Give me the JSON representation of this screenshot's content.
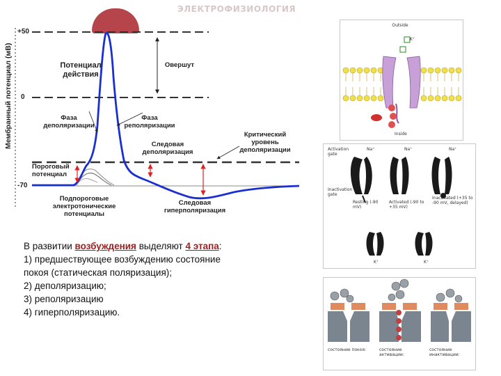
{
  "header": {
    "title": "ЭЛЕКТРОФИЗИОЛОГИЯ"
  },
  "graph": {
    "y_axis_label": "Мембранный потенциал (мВ)",
    "ticks": {
      "plus50": "+50",
      "zero": "0",
      "minus70": "-70"
    },
    "labels": {
      "action_potential": "Потенциал действия",
      "overshoot": "Овершут",
      "depolarization_phase": "Фаза деполяризации",
      "repolarization_phase": "Фаза реполяризации",
      "critical_level": "Критический уровень деполяризации",
      "trace_depolarization": "Следовая деполяризация",
      "threshold_potential": "Пороговый потенциал",
      "subthreshold": "Подпороговые электротонические потенциалы",
      "trace_hyperpolarization": "Следовая гиперполяризация"
    },
    "colors": {
      "trace": "#1a2fd0",
      "arrow": "#e02020",
      "dashes": "#333333"
    }
  },
  "body": {
    "intro_prefix": "В развитии ",
    "intro_highlight1": "возбуждения",
    "intro_middle": " выделяют ",
    "intro_highlight2": "4 этапа",
    "intro_suffix": ":",
    "stage1_a": "1)  предшествующее  возбуждению  состояние",
    "stage1_b": "покоя (статическая поляризация);",
    "stage2": "2) деполяризацию;",
    "stage3": "3) реполяризацию",
    "stage4": "4) гиперполяризацию."
  },
  "panel1": {
    "outside": "Outside",
    "inside": "Inside",
    "ion_k": "K⁺"
  },
  "panel2": {
    "activation_gate": "Activation gate",
    "na1": "Na⁺",
    "na2": "Na⁺",
    "na3": "Na⁺",
    "inactivation_gate": "Inactivation gate",
    "resting": "Resting (-90 mV)",
    "activated": "Activated (-90 to +35 mV)",
    "inactivated": "Inactivated (+35 to -90 mV, delayed)",
    "k1": "K⁺",
    "k2": "K⁺"
  },
  "panel3": {
    "cap1": "состояние покоя:",
    "cap2": "состояние активации:",
    "cap3": "состояние инактивации:"
  }
}
